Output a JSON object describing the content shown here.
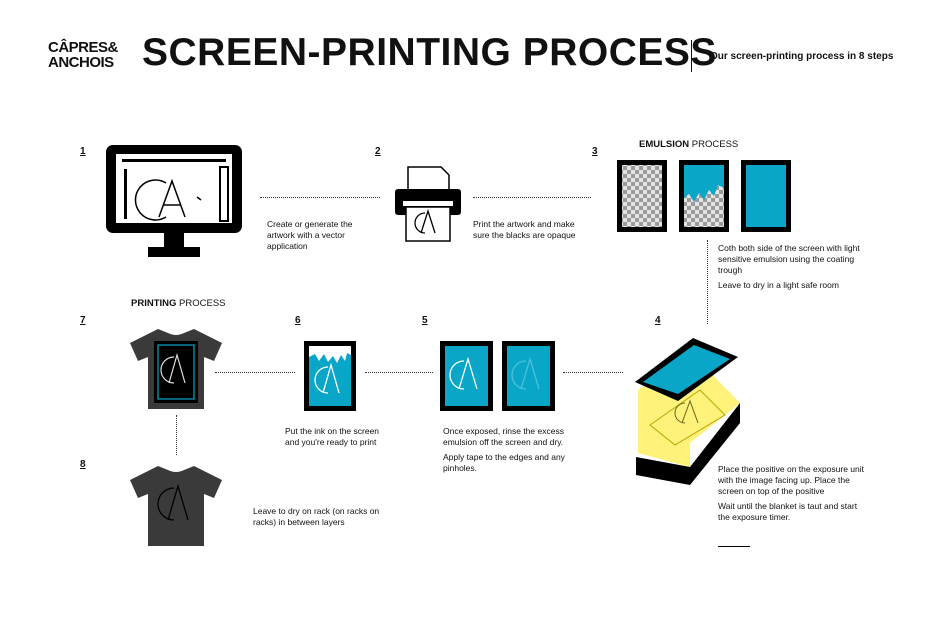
{
  "header": {
    "logo_line1": "CÂPRES&",
    "logo_line2": "ANCHOIS",
    "title": "SCREEN-PRINTING PROCESS",
    "subtitle": "Our screen-printing process in 8 steps"
  },
  "sections": {
    "emulsion_bold": "EMULSION",
    "emulsion_rest": " PROCESS",
    "printing_bold": "PRINTING",
    "printing_rest": " PROCESS"
  },
  "steps": [
    {
      "number": "1",
      "caption": "Create or generate the artwork with a vector application"
    },
    {
      "number": "2",
      "caption": "Print the artwork and make sure the blacks are opaque"
    },
    {
      "number": "3",
      "caption": "Coth both side of the screen with light sensitive emulsion using the coating trough",
      "caption2": "Leave to dry in a light safe room"
    },
    {
      "number": "4",
      "caption": "Place the positive on the exposure unit with the image facing up. Place the screen on top of the positive",
      "caption2": "Wait until the blanket is taut and start the exposure timer."
    },
    {
      "number": "5",
      "caption": "Once exposed, rinse the excess emulsion off the screen and dry.",
      "caption2": "Apply tape to the edges and any pinholes."
    },
    {
      "number": "6",
      "caption": "Put the ink on the screen and you're ready to print"
    },
    {
      "number": "7",
      "caption": ""
    },
    {
      "number": "8",
      "caption": "Leave to dry on rack (on racks on racks) in between layers"
    }
  ],
  "colors": {
    "accent": "#0aa6c8",
    "yellow": "#fff27a",
    "black": "#000000",
    "shirt": "#3a3a3a"
  },
  "icons": [
    "computer-monitor-icon",
    "printer-icon",
    "screen-frame-icon",
    "exposure-unit-icon",
    "tshirt-icon"
  ]
}
